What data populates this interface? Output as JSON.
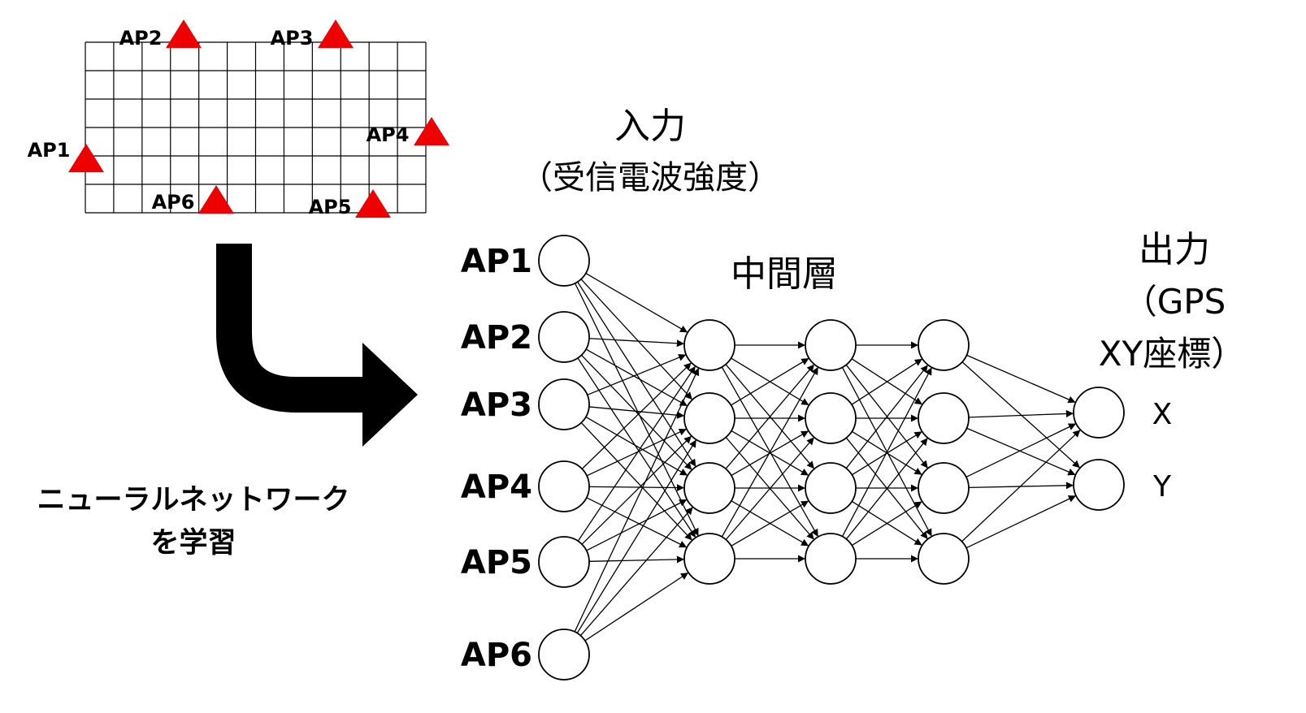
{
  "floor_map": {
    "access_points": [
      {
        "label": "AP1"
      },
      {
        "label": "AP2"
      },
      {
        "label": "AP3"
      },
      {
        "label": "AP4"
      },
      {
        "label": "AP5"
      },
      {
        "label": "AP6"
      }
    ],
    "marker_color": "#ee0000",
    "grid_color": "#000000"
  },
  "training_caption": {
    "line1": "ニューラルネットワーク",
    "line2": "を学習"
  },
  "network": {
    "input_title_line1": "入力",
    "input_title_line2": "（受信電波強度）",
    "hidden_title": "中間層",
    "output_title_line1": "出力",
    "output_title_line2": "（GPS",
    "output_title_line3": "XY座標）",
    "input_labels": [
      "AP1",
      "AP2",
      "AP3",
      "AP4",
      "AP5",
      "AP6"
    ],
    "output_labels": [
      "X",
      "Y"
    ],
    "hidden_layer_sizes": [
      4,
      4,
      4
    ]
  },
  "colors": {
    "line": "#000000",
    "node_fill": "#ffffff",
    "arrow": "#000000"
  }
}
